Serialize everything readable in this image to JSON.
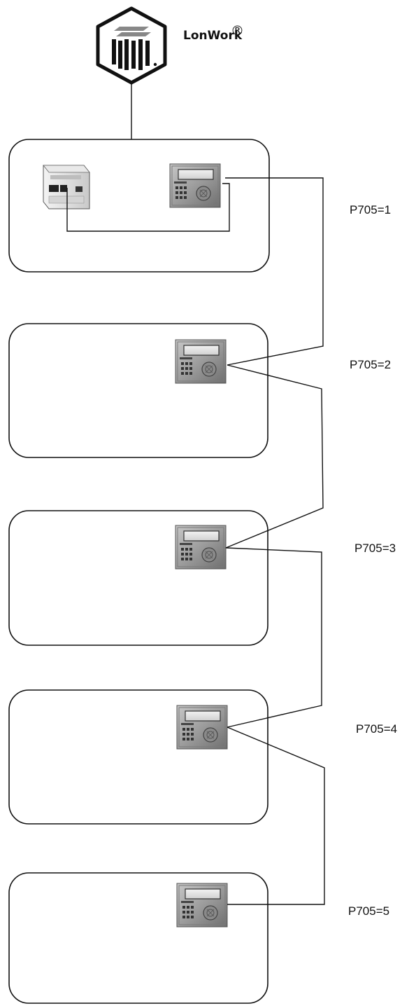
{
  "logo": {
    "brand": "LonWork",
    "mark": "®"
  },
  "nodes": [
    {
      "label": "P705=1"
    },
    {
      "label": "P705=2"
    },
    {
      "label": "P705=3"
    },
    {
      "label": "P705=4"
    },
    {
      "label": "P705=5"
    }
  ],
  "colors": {
    "line": "#111111",
    "box": "#111111",
    "device_body": "#9a9a9a",
    "device_dark": "#5a5a5a"
  },
  "icons": [
    "lonworks-logo",
    "gateway-module",
    "keypad-controller"
  ]
}
